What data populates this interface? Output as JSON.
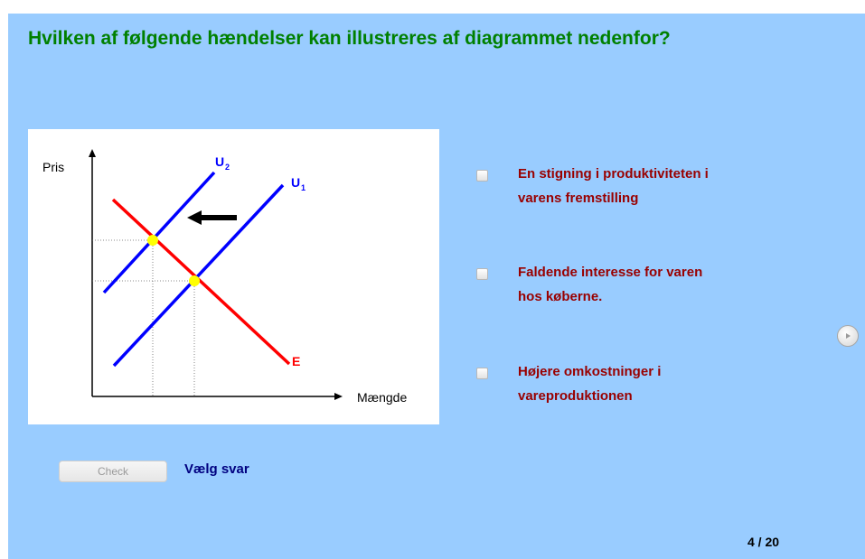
{
  "question": "Hvilken af følgende hændelser kan illustreres af diagrammet nedenfor?",
  "diagram": {
    "y_axis_label": "Pris",
    "x_axis_label": "Mængde",
    "curve_u2_label": "U",
    "curve_u2_subscript": "2",
    "curve_u1_label": "U",
    "curve_u1_subscript": "1",
    "curve_e_label": "E",
    "colors": {
      "supply": "#0000ff",
      "demand": "#ff0000",
      "equilibrium": "#ffff00"
    }
  },
  "options": [
    {
      "line1": "En stigning i produktiviteten i",
      "line2": "varens fremstilling"
    },
    {
      "line1": "Faldende interesse for varen",
      "line2": "hos køberne."
    },
    {
      "line1": "Højere omkostninger i",
      "line2": "vareproduktionen"
    }
  ],
  "check_button_label": "Check",
  "status_text": "Vælg svar",
  "page_counter": "4 / 20"
}
